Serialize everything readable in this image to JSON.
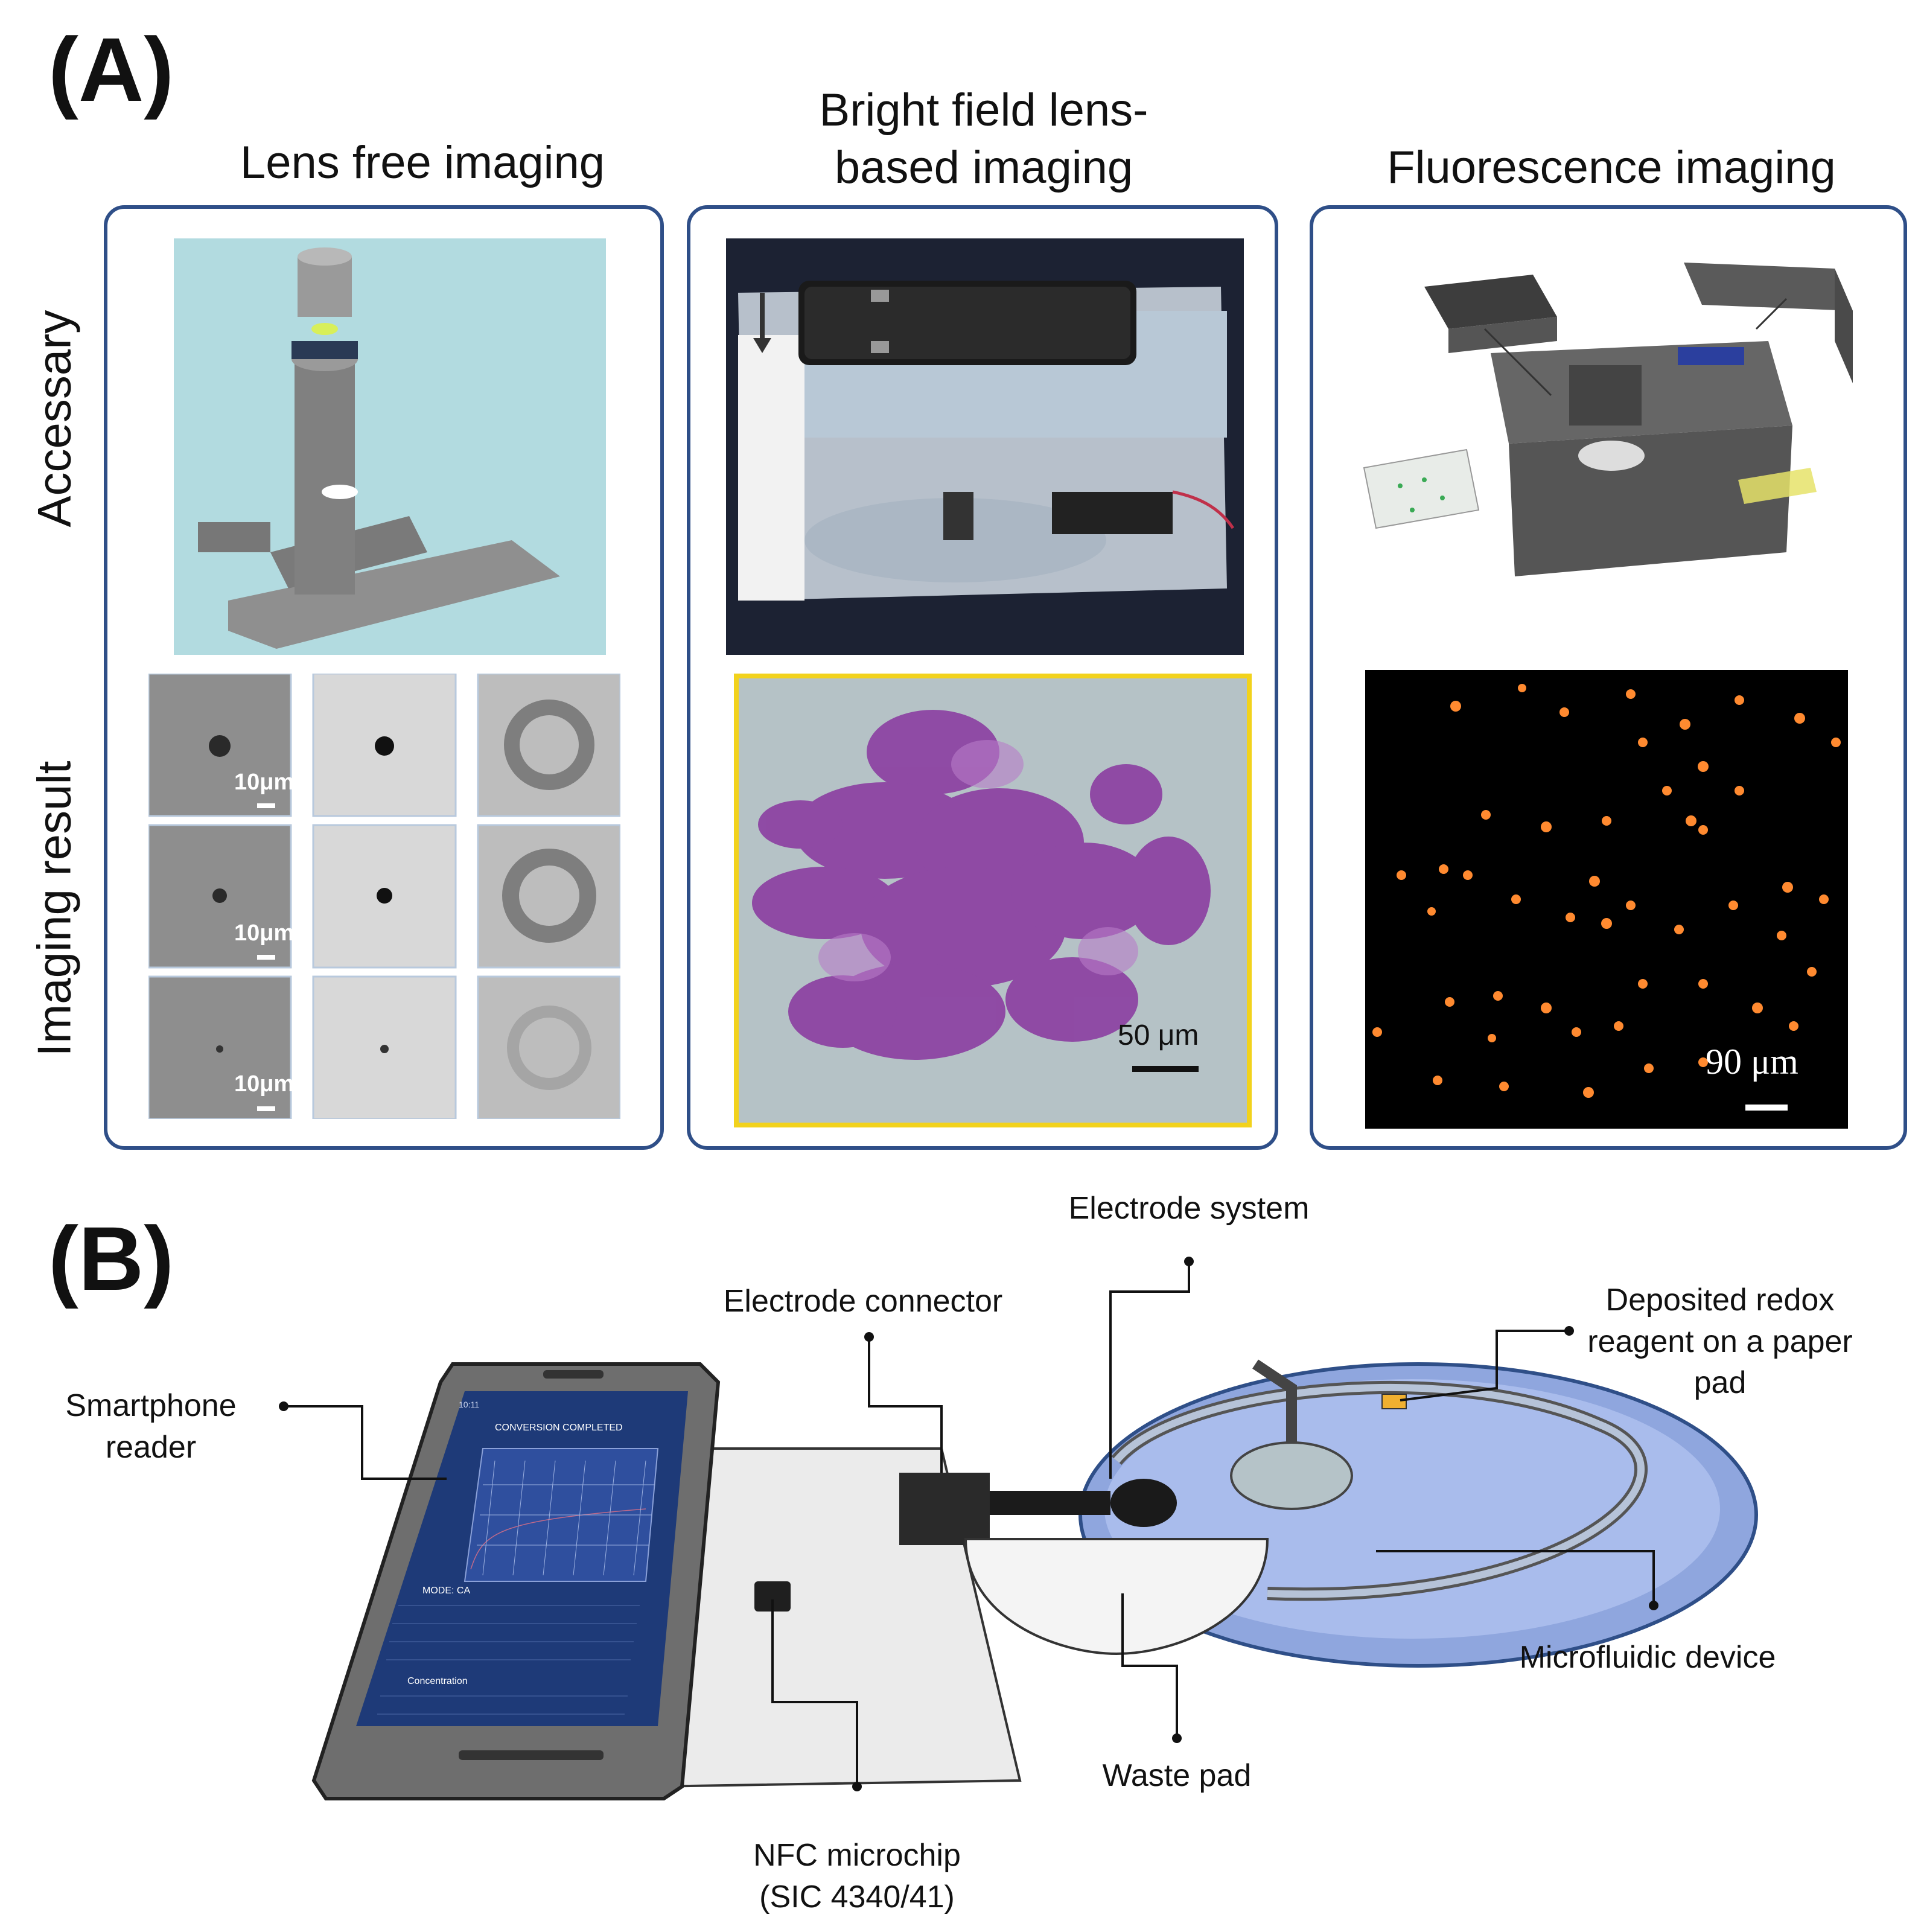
{
  "panel_a": {
    "letter": "(A)",
    "columns": {
      "lens_free": "Lens free imaging",
      "bright_field_line1": "Bright field lens-",
      "bright_field_line2": "based imaging",
      "fluorescence": "Fluorescence imaging"
    },
    "rows": {
      "accessory": "Accessary",
      "imaging_result": "Imaging result"
    },
    "scale_bars": {
      "lens_free": "10μm",
      "bright_field": "50 μm",
      "fluorescence": "90 μm"
    }
  },
  "panel_b": {
    "letter": "(B)",
    "labels": {
      "electrode_system": "Electrode system",
      "electrode_connector": "Electrode connector",
      "redox_line1": "Deposited redox",
      "redox_line2": "reagent on a paper",
      "redox_line3": "pad",
      "smartphone_line1": "Smartphone",
      "smartphone_line2": "reader",
      "microfluidic": "Microfluidic device",
      "waste_pad": "Waste pad",
      "nfc_line1": "NFC microchip",
      "nfc_line2": "(SIC 4340/41)"
    },
    "phone_screen": {
      "status": "10:11",
      "header": "CONVERSION COMPLETED",
      "mode": "MODE: CA",
      "concentration": "Concentration"
    }
  },
  "colors": {
    "frame": "#2f4f88",
    "stain": "#8a3aa0",
    "fluor_dot": "#ff8a30",
    "device_blue": "#8fa6de"
  }
}
